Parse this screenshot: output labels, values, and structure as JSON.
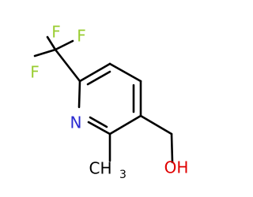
{
  "structure": {
    "fluorine_label": "F",
    "nitrogen_label": "N",
    "hydroxyl_label": "OH",
    "methyl_label": "CH",
    "methyl_subscript": "3"
  },
  "colors": {
    "bond": "#000000",
    "fluorine": "#9acd32",
    "nitrogen": "#2a2ad0",
    "oxygen": "#e00000",
    "carbon": "#000000"
  }
}
